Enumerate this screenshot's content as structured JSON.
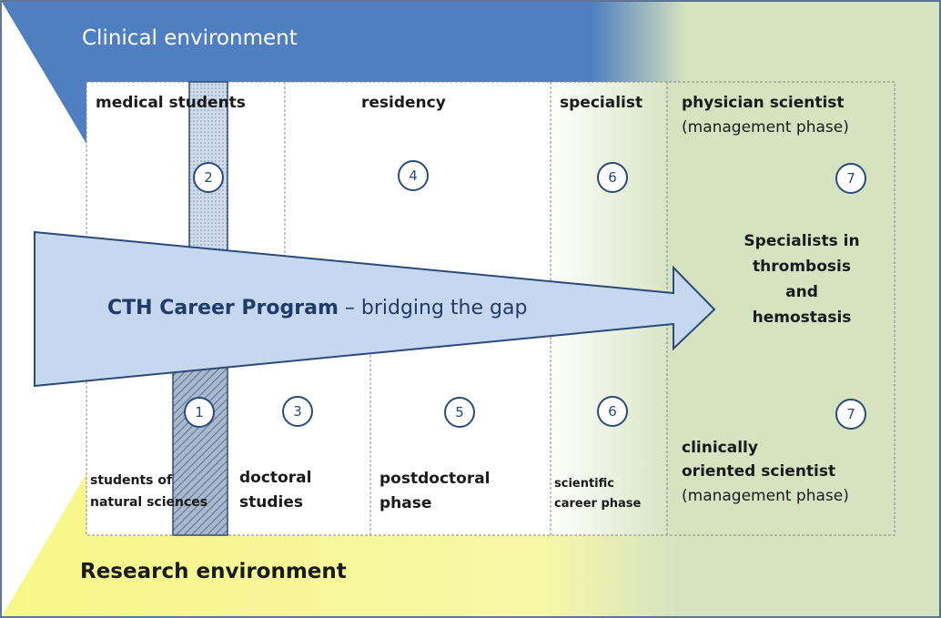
{
  "environments": {
    "clinical": "Clinical environment",
    "research": "Research environment"
  },
  "clinical_track": {
    "medical_students": "medical students",
    "residency": "residency",
    "specialist": "specialist",
    "physician_scientist": "physician scientist",
    "physician_scientist_phase": "(management phase)"
  },
  "research_track": {
    "students_line1": "students of",
    "students_line2": "natural sciences",
    "doctoral_line1": "doctoral",
    "doctoral_line2": "studies",
    "postdoc_line1": "postdoctoral",
    "postdoc_line2": "phase",
    "scientific_line1": "scientific",
    "scientific_line2": "career phase",
    "clinical_scientist_line1": "clinically",
    "clinical_scientist_line2": "oriented scientist",
    "clinical_scientist_phase": "(management phase)"
  },
  "program": {
    "name": "CTH Career Program",
    "tagline": " – bridging the gap"
  },
  "outcome": {
    "line1": "Specialists in",
    "line2": "thrombosis",
    "line3": "and",
    "line4": "hemostasis"
  },
  "step_markers": {
    "m1": "1",
    "m2": "2",
    "m3": "3",
    "m4": "4",
    "m5": "5",
    "m6a": "6",
    "m6b": "6",
    "m7a": "7",
    "m7b": "7"
  },
  "colors": {
    "clinical_blue": "#4f7fc0",
    "research_yellow": "#f5f59a",
    "management_green": "#d6e3c0",
    "arrow_fill": "#c6d8ef",
    "dark_text": "#1f3b66"
  }
}
